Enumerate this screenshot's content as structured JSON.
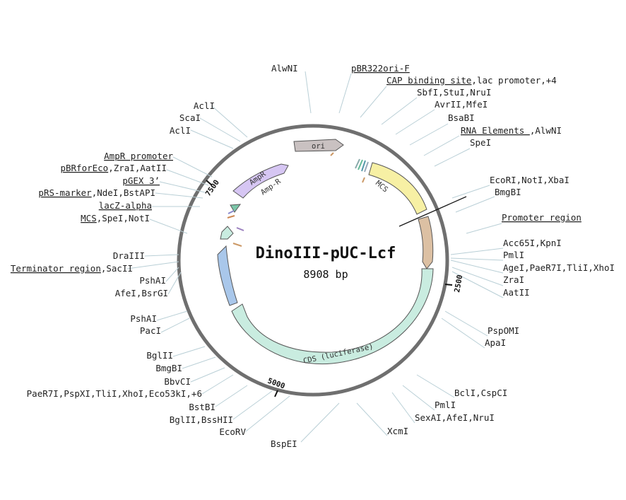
{
  "plasmid": {
    "name": "DinoIII-pUC-Lcf",
    "size_label": "8908 bp",
    "ring_color": "#6f6f6f"
  },
  "ticks": [
    "2500",
    "5000",
    "7500"
  ],
  "features": {
    "ori": {
      "label": "ori",
      "color": "#c9c1c1"
    },
    "mcs": {
      "label": "MCS",
      "color": "#f7f0a4"
    },
    "ampr": {
      "label": "AmpR",
      "color": "#d6c6f3"
    },
    "ampr_small": {
      "label": "Amp-R"
    },
    "promoter": {
      "color": "#dcc0a3"
    },
    "cds": {
      "label": "CDS (luciferase)",
      "color": "#c9ece0"
    },
    "terminator": {
      "color": "#a9c7ea"
    }
  },
  "sites": {
    "right": [
      {
        "text": "AlwNI",
        "underline": ""
      },
      {
        "text": "",
        "underline": "pBR322ori-F"
      },
      {
        "text": ",lac promoter,+4",
        "underline": "CAP binding site"
      },
      {
        "text": "SbfI,StuI,NruI",
        "underline": ""
      },
      {
        "text": "AvrII,MfeI",
        "underline": ""
      },
      {
        "text": "BsaBI",
        "underline": ""
      },
      {
        "text": ",AlwNI",
        "underline": "RNA Elements "
      },
      {
        "text": "SpeI",
        "underline": ""
      },
      {
        "text": "EcoRI,NotI,XbaI",
        "underline": ""
      },
      {
        "text": "BmgBI",
        "underline": ""
      },
      {
        "text": "",
        "underline": "Promoter region"
      },
      {
        "text": "Acc65I,KpnI",
        "underline": ""
      },
      {
        "text": "PmlI",
        "underline": ""
      },
      {
        "text": "AgeI,PaeR7I,TliI,XhoI",
        "underline": ""
      },
      {
        "text": "ZraI",
        "underline": ""
      },
      {
        "text": "AatII",
        "underline": ""
      },
      {
        "text": "PspOMI",
        "underline": ""
      },
      {
        "text": "ApaI",
        "underline": ""
      },
      {
        "text": "BclI,CspCI",
        "underline": ""
      },
      {
        "text": "PmlI",
        "underline": ""
      },
      {
        "text": "SexAI,AfeI,NruI",
        "underline": ""
      },
      {
        "text": "XcmI",
        "underline": ""
      },
      {
        "text": "BspEI",
        "underline": ""
      }
    ],
    "left": [
      {
        "text": "AclI",
        "underline": ""
      },
      {
        "text": "ScaI",
        "underline": ""
      },
      {
        "text": "AclI",
        "underline": ""
      },
      {
        "text": "",
        "underline": "AmpR promoter"
      },
      {
        "text": ",ZraI,AatII",
        "underline": "pBRforEco"
      },
      {
        "text": "",
        "underline": "pGEX 3’"
      },
      {
        "text": ",NdeI,BstAPI",
        "underline": "pRS-marker"
      },
      {
        "text": "",
        "underline": "lacZ-alpha"
      },
      {
        "text": ",SpeI,NotI",
        "underline": "MCS"
      },
      {
        "text": "DraIII",
        "underline": ""
      },
      {
        "text": ",SacII",
        "underline": "Terminator region"
      },
      {
        "text": "PshAI",
        "underline": ""
      },
      {
        "text": "AfeI,BsrGI",
        "underline": ""
      },
      {
        "text": "PshAI",
        "underline": ""
      },
      {
        "text": "PacI",
        "underline": ""
      },
      {
        "text": "BglII",
        "underline": ""
      },
      {
        "text": "BmgBI",
        "underline": ""
      },
      {
        "text": "BbvCI",
        "underline": ""
      },
      {
        "text": "PaeR7I,PspXI,TliI,XhoI,Eco53kI,+6",
        "underline": ""
      },
      {
        "text": "BstBI",
        "underline": ""
      },
      {
        "text": "BglII,BssHII",
        "underline": ""
      },
      {
        "text": "EcoRV",
        "underline": ""
      }
    ]
  }
}
